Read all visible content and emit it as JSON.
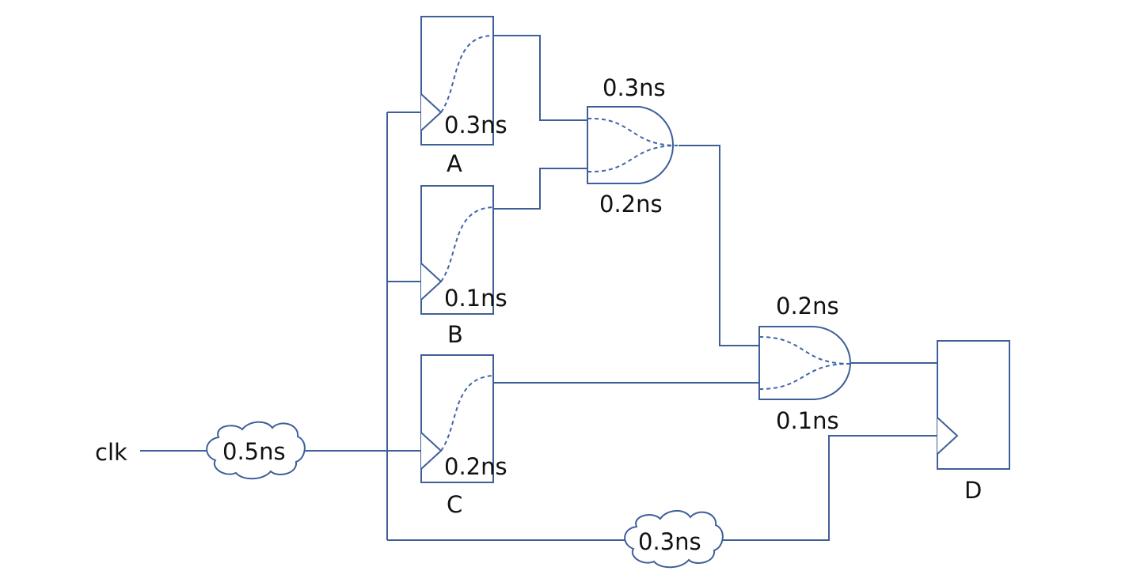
{
  "colors": {
    "line": "#3f5f99",
    "dashed_path": "#3f64a8",
    "text": "#111111",
    "background": "#ffffff"
  },
  "clock": {
    "input_label": "clk",
    "source_delay": "0.5ns",
    "branch_delay_to_D": "0.3ns"
  },
  "flip_flops": [
    {
      "name": "A",
      "clk_to_q": "0.3ns"
    },
    {
      "name": "B",
      "clk_to_q": "0.1ns"
    },
    {
      "name": "C",
      "clk_to_q": "0.2ns"
    },
    {
      "name": "D"
    }
  ],
  "gates": [
    {
      "id": "gate1",
      "upper_input_delay": "0.3ns",
      "lower_input_delay": "0.2ns"
    },
    {
      "id": "gate2",
      "upper_input_delay": "0.2ns",
      "lower_input_delay": "0.1ns"
    }
  ]
}
